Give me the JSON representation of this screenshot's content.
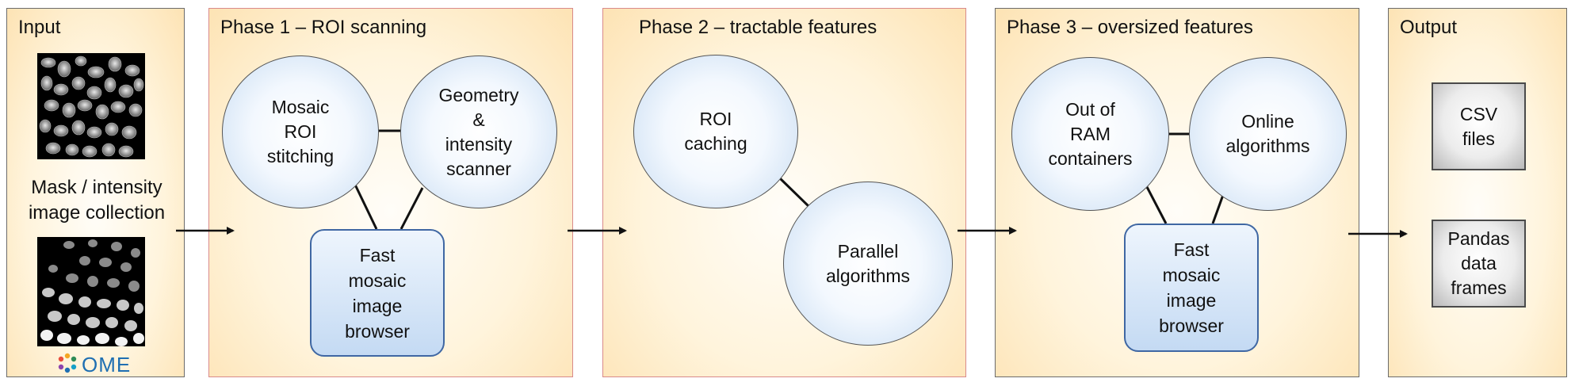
{
  "panels": {
    "input": {
      "title": "Input",
      "caption": "Mask / intensity\nimage collection",
      "logo_text": "OME"
    },
    "phase1": {
      "title": "Phase 1 – ROI scanning",
      "mosaic_stitching": "Mosaic\nROI\nstitching",
      "geometry_scanner": "Geometry\n&\nintensity\nscanner",
      "browser": "Fast\nmosaic\nimage\nbrowser"
    },
    "phase2": {
      "title": "Phase 2 – tractable features",
      "roi_caching": "ROI\ncaching",
      "parallel_algorithms": "Parallel\nalgorithms"
    },
    "phase3": {
      "title": "Phase 3 – oversized features",
      "out_of_ram": "Out of\nRAM\ncontainers",
      "online_algorithms": "Online\nalgorithms",
      "browser": "Fast\nmosaic\nimage\nbrowser"
    },
    "output": {
      "title": "Output",
      "csv": "CSV\nfiles",
      "pandas": "Pandas\ndata\nframes"
    }
  },
  "colors": {
    "panel_border_plain": "#6b6b6b",
    "panel_border_phase": "#d98a8a",
    "rounded_box_border": "#3f67a3",
    "logo_text": "#1f6fb2"
  }
}
